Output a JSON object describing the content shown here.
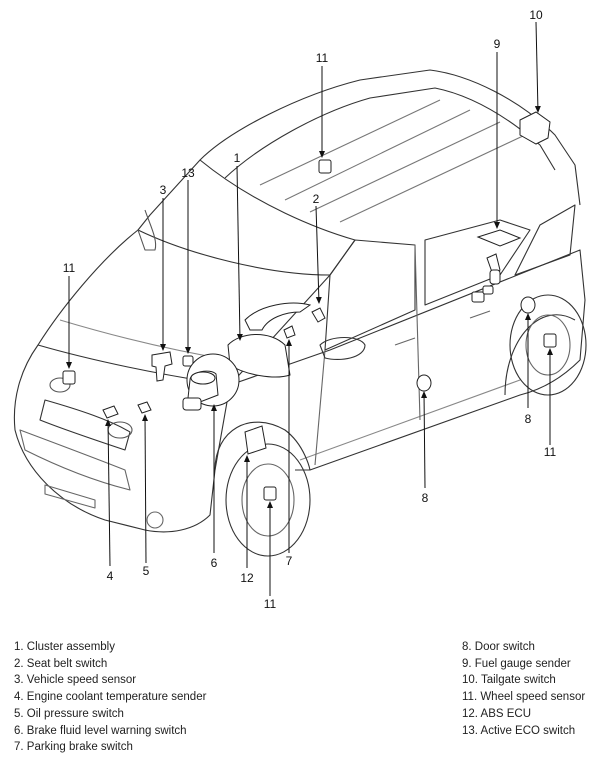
{
  "callouts": {
    "c1": "1",
    "c2": "2",
    "c3": "3",
    "c4": "4",
    "c5": "5",
    "c6": "6",
    "c7": "7",
    "c8a": "8",
    "c8b": "8",
    "c9": "9",
    "c10": "10",
    "c11a": "11",
    "c11b": "11",
    "c11c": "11",
    "c11d": "11",
    "c12": "12",
    "c13": "13"
  },
  "legend": {
    "left": [
      "1. Cluster assembly",
      "2. Seat belt switch",
      "3. Vehicle speed sensor",
      "4. Engine coolant temperature sender",
      "5. Oil pressure switch",
      "6. Brake fluid level warning switch",
      "7. Parking brake switch"
    ],
    "right": [
      "8. Door switch",
      "9. Fuel gauge sender",
      "10. Tailgate switch",
      "11. Wheel speed sensor",
      "12. ABS ECU",
      "13. Active ECO switch"
    ]
  }
}
